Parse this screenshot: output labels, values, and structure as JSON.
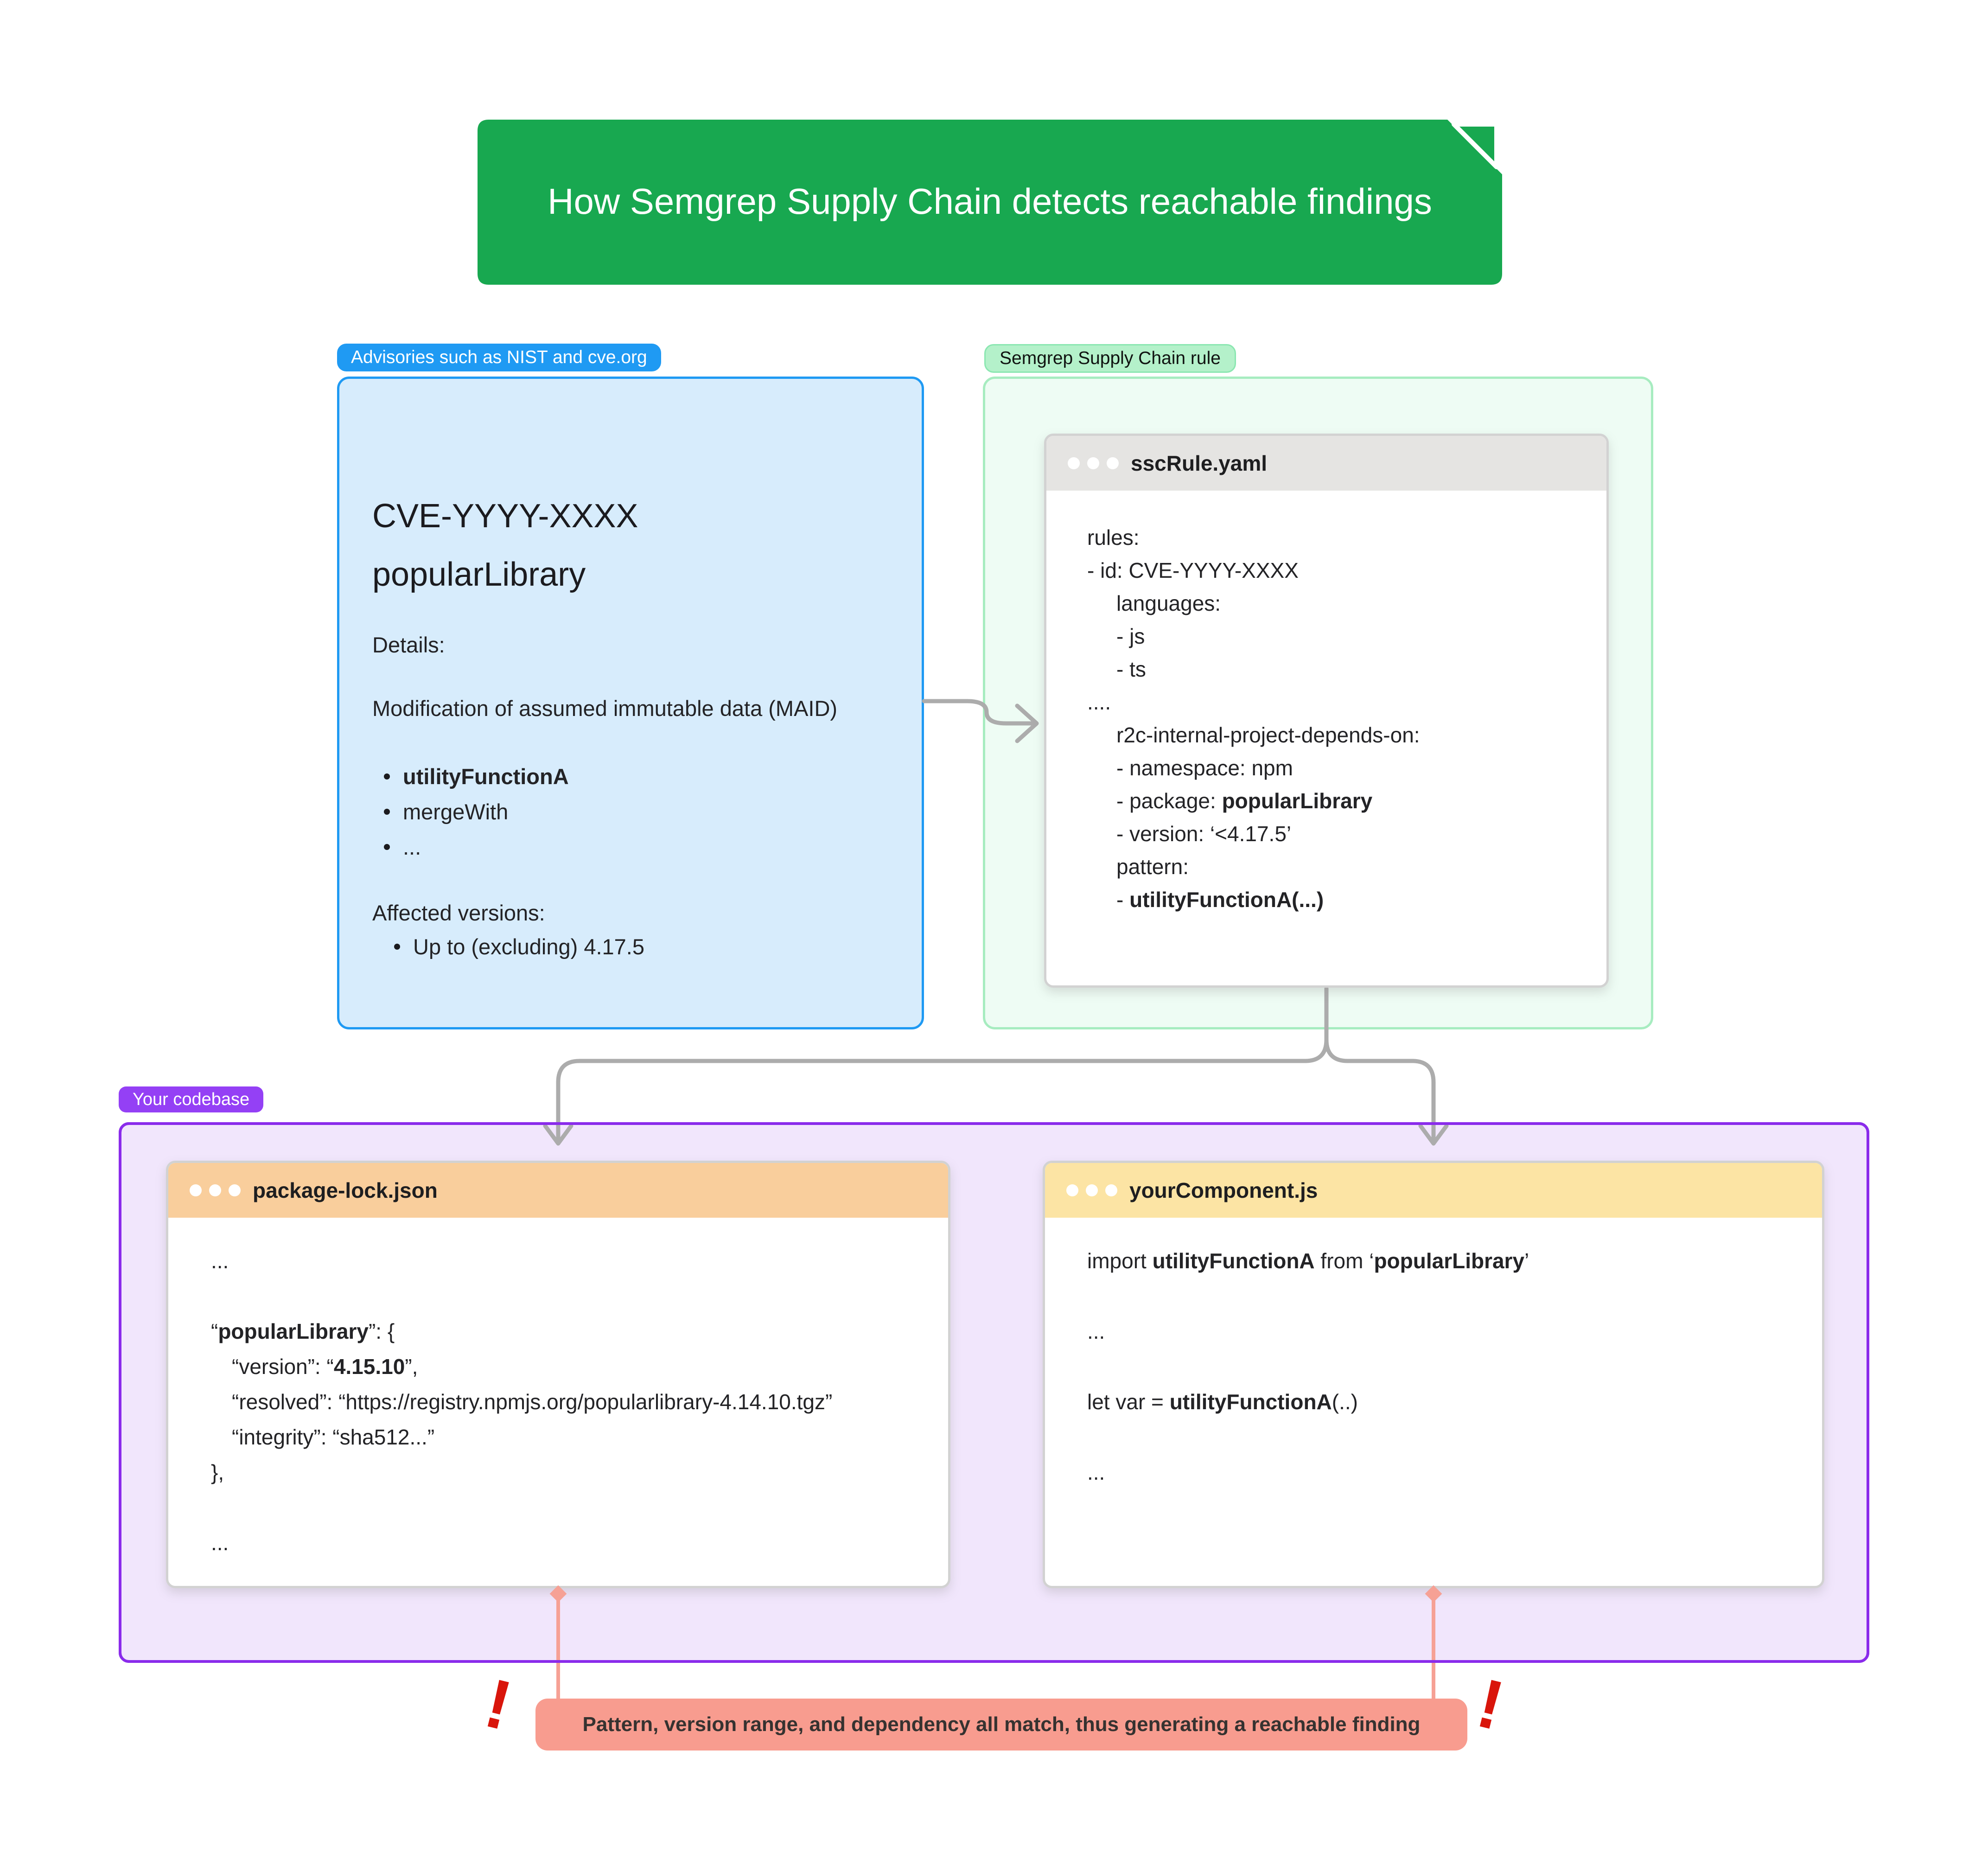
{
  "colors": {
    "green": "#18A850",
    "blue": "#1F9AF3",
    "blue_fill": "#D7ECFC",
    "green_pill": "#B4F1CA",
    "green_pill_border": "#8BE7B1",
    "green_border": "#A7ECC0",
    "green_fill": "#EEFCF4",
    "purple": "#8A2BEB",
    "purple_badge": "#9440F5",
    "purple_fill": "#F1E6FC",
    "orange_header": "#F9CE9C",
    "yellow_header": "#FCE4A4",
    "titlebar": "#E5E4E2",
    "window_border": "#D2D2D2",
    "arrow": "#ACACAC",
    "salmon": "#F89C8F",
    "salmon_line": "#F6A195",
    "red": "#D9150B"
  },
  "title_banner": {
    "text": "How Semgrep Supply Chain detects reachable findings"
  },
  "advisory": {
    "badge": "Advisories such as NIST and cve.org",
    "title_line1": "CVE-YYYY-XXXX",
    "title_line2": "popularLibrary",
    "details_label": "Details:",
    "description": "Modification of assumed immutable data (MAID)",
    "vulnerable_functions": [
      {
        "text": "utilityFunctionA",
        "bold": true
      },
      {
        "text": "mergeWith",
        "bold": false
      },
      {
        "text": "...",
        "bold": false
      }
    ],
    "affected_label": "Affected versions:",
    "affected_versions": [
      {
        "text": "Up to (excluding) 4.17.5",
        "bold": false
      }
    ]
  },
  "rule": {
    "badge": "Semgrep Supply Chain rule",
    "window_title": "sscRule.yaml",
    "code": [
      {
        "indent": 0,
        "segments": [
          {
            "text": "rules:"
          }
        ]
      },
      {
        "indent": 0,
        "segments": [
          {
            "text": "- id: CVE-YYYY-XXXX"
          }
        ]
      },
      {
        "indent": 1,
        "segments": [
          {
            "text": "languages:"
          }
        ]
      },
      {
        "indent": 1,
        "segments": [
          {
            "text": "- js"
          }
        ]
      },
      {
        "indent": 1,
        "segments": [
          {
            "text": "- ts"
          }
        ]
      },
      {
        "indent": 0,
        "segments": [
          {
            "text": "...."
          }
        ]
      },
      {
        "indent": 1,
        "segments": [
          {
            "text": "r2c-internal-project-depends-on:"
          }
        ]
      },
      {
        "indent": 1,
        "segments": [
          {
            "text": "- namespace: npm"
          }
        ]
      },
      {
        "indent": 1,
        "segments": [
          {
            "text": "- package: "
          },
          {
            "text": "popularLibrary",
            "bold": true
          }
        ]
      },
      {
        "indent": 1,
        "segments": [
          {
            "text": "- version: ‘<4.17.5’"
          }
        ]
      },
      {
        "indent": 1,
        "segments": [
          {
            "text": "pattern:"
          }
        ]
      },
      {
        "indent": 1,
        "segments": [
          {
            "text": "- "
          },
          {
            "text": "utilityFunctionA(...)",
            "bold": true
          }
        ]
      }
    ]
  },
  "codebase": {
    "badge": "Your codebase",
    "package_lock": {
      "window_title": "package-lock.json",
      "code": [
        {
          "indent": 0,
          "segments": [
            {
              "text": "..."
            }
          ]
        },
        {
          "indent": 0,
          "segments": []
        },
        {
          "indent": 0,
          "segments": [
            {
              "text": "“"
            },
            {
              "text": "popularLibrary",
              "bold": true
            },
            {
              "text": "”: {"
            }
          ]
        },
        {
          "indent": 1,
          "segments": [
            {
              "text": "“version”: “"
            },
            {
              "text": "4.15.10",
              "bold": true
            },
            {
              "text": "”,"
            }
          ]
        },
        {
          "indent": 1,
          "segments": [
            {
              "text": "“resolved”: “https://registry.npmjs.org/popularlibrary-4.14.10.tgz”"
            }
          ]
        },
        {
          "indent": 1,
          "segments": [
            {
              "text": "“integrity”: “sha512...”"
            }
          ]
        },
        {
          "indent": 0,
          "segments": [
            {
              "text": "},"
            }
          ]
        },
        {
          "indent": 0,
          "segments": []
        },
        {
          "indent": 0,
          "segments": [
            {
              "text": "..."
            }
          ]
        }
      ]
    },
    "component": {
      "window_title": "yourComponent.js",
      "code": [
        {
          "indent": 0,
          "segments": [
            {
              "text": "import "
            },
            {
              "text": "utilityFunctionA",
              "bold": true
            },
            {
              "text": " from ‘"
            },
            {
              "text": "popularLibrary",
              "bold": true
            },
            {
              "text": "’"
            }
          ]
        },
        {
          "indent": 0,
          "segments": []
        },
        {
          "indent": 0,
          "segments": [
            {
              "text": "..."
            }
          ]
        },
        {
          "indent": 0,
          "segments": []
        },
        {
          "indent": 0,
          "segments": [
            {
              "text": "let var = "
            },
            {
              "text": "utilityFunctionA",
              "bold": true
            },
            {
              "text": "(..)"
            }
          ]
        },
        {
          "indent": 0,
          "segments": []
        },
        {
          "indent": 0,
          "segments": [
            {
              "text": "..."
            }
          ]
        }
      ]
    }
  },
  "finding": {
    "exclamation": "!",
    "text": "Pattern, version range, and dependency all match, thus generating a reachable finding"
  }
}
